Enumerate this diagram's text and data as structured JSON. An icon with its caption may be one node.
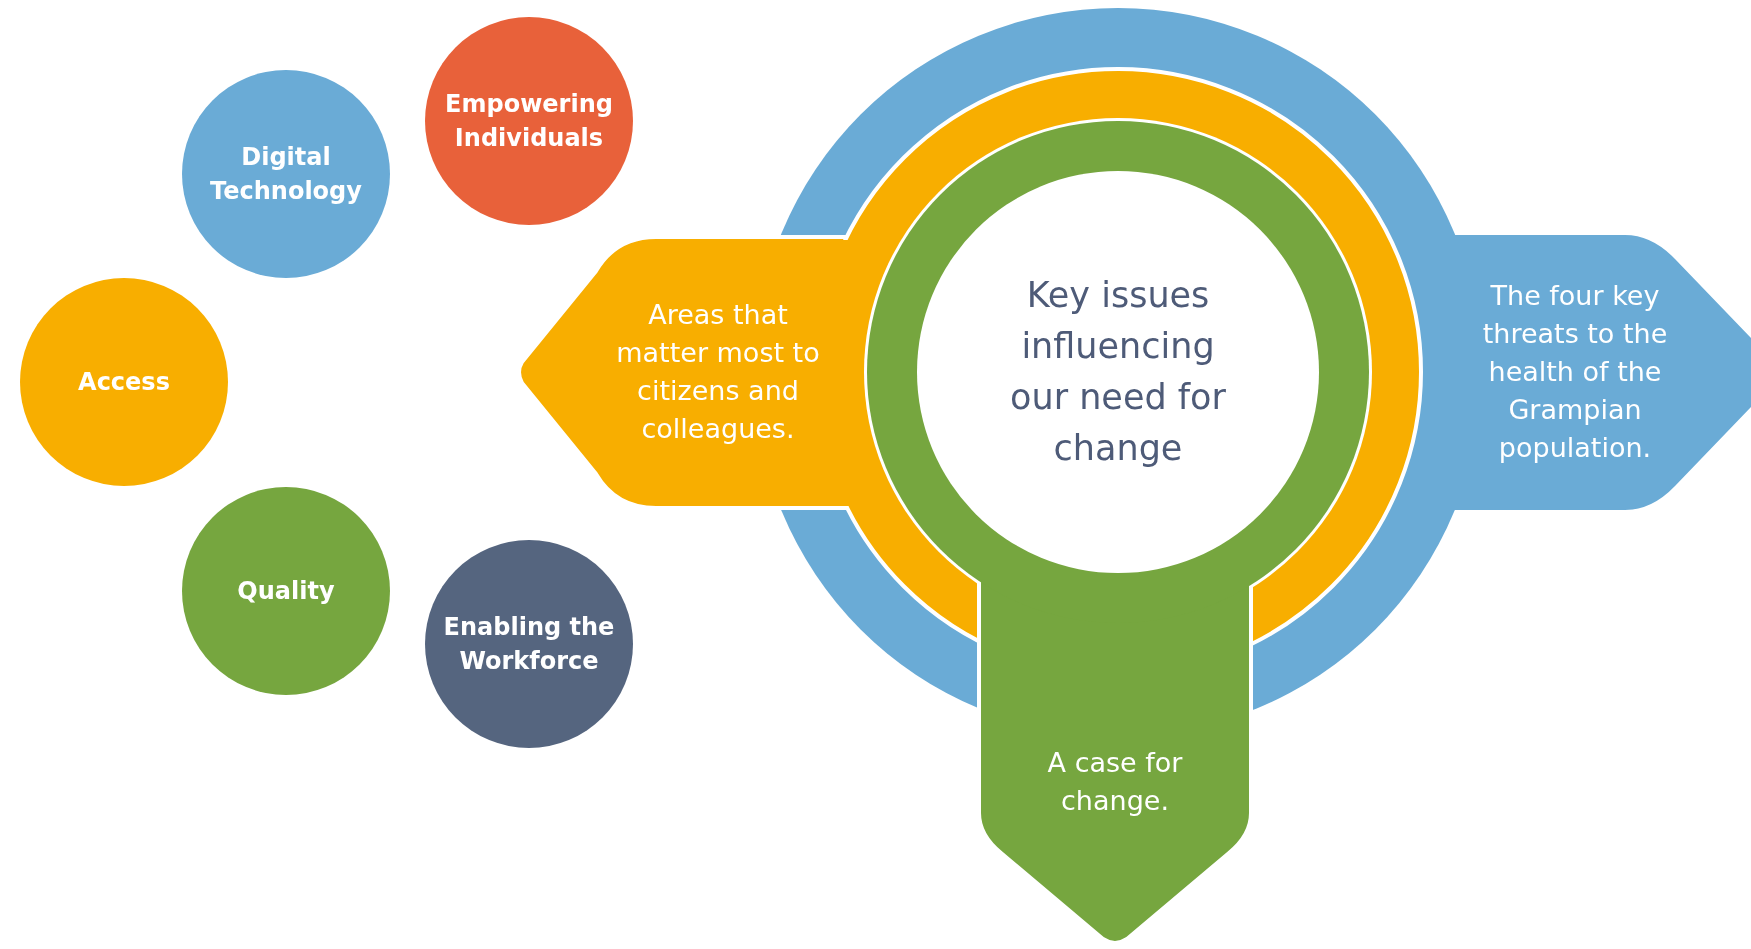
{
  "diagram": {
    "nodes": [
      {
        "text": [
          "Empowering Individuals"
        ]
      },
      {
        "text": [
          "Digital Technology"
        ]
      },
      {
        "text": [
          "Access"
        ]
      },
      {
        "text": [
          "Quality"
        ]
      },
      {
        "text": [
          "Enabling the Workforce"
        ]
      },
      {
        "text": [
          "Key issues influencing our need for change"
        ]
      },
      {
        "text": [
          "Areas that matter most to citizens and colleagues."
        ]
      },
      {
        "text": [
          "The four key threats to the health of the Grampian population."
        ]
      },
      {
        "text": [
          "A case for change."
        ]
      }
    ]
  }
}
